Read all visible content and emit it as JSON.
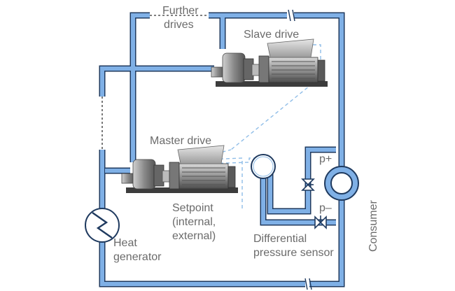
{
  "labels": {
    "further_drives": [
      "Further",
      "drives"
    ],
    "slave_drive": "Slave drive",
    "master_drive": "Master drive",
    "setpoint": [
      "Setpoint",
      "(internal,",
      "external)"
    ],
    "heat_generator": [
      "Heat",
      "generator"
    ],
    "differential_pressure_sensor": [
      "Differential",
      "pressure sensor"
    ],
    "consumer": "Consumer",
    "p_plus": "p+",
    "p_minus": "p–"
  },
  "icons": [
    "heat-generator-symbol",
    "consumer-symbol",
    "pressure-sensor-symbol",
    "valve-symbol",
    "pump-motor"
  ],
  "colors": {
    "pipe_fill": "#7fb0e6",
    "pipe_outline": "#1f3a5f",
    "signal_line": "#8fbde8",
    "label_text": "#6b6b6b"
  }
}
